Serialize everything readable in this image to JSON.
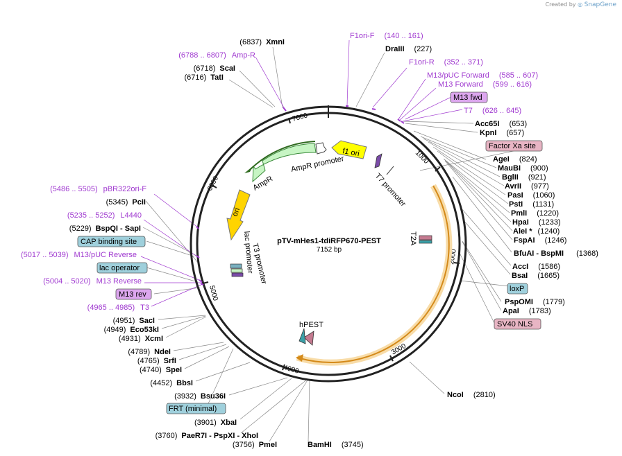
{
  "brand": {
    "prefix": "Created by",
    "name": "SnapGene"
  },
  "plasmid": {
    "name": "pTV-mHes1-tdiRFP670-PEST",
    "size": "7152 bp"
  },
  "ticks": [
    "1000",
    "2000",
    "3000",
    "4000",
    "5000",
    "6000",
    "7000"
  ],
  "enzymes": [
    {
      "name": "XmnI",
      "pos": "(6837)"
    },
    {
      "name": "ScaI",
      "pos": "(6718)"
    },
    {
      "name": "TatI",
      "pos": "(6716)"
    },
    {
      "name": "DraIII",
      "pos": "(227)"
    },
    {
      "name": "Acc65I",
      "pos": "(653)"
    },
    {
      "name": "KpnI",
      "pos": "(657)"
    },
    {
      "name": "AgeI",
      "pos": "(824)"
    },
    {
      "name": "MauBI",
      "pos": "(900)"
    },
    {
      "name": "BglII",
      "pos": "(921)"
    },
    {
      "name": "AvrII",
      "pos": "(977)"
    },
    {
      "name": "PasI",
      "pos": "(1060)"
    },
    {
      "name": "PstI",
      "pos": "(1131)"
    },
    {
      "name": "PmlI",
      "pos": "(1220)"
    },
    {
      "name": "HpaI",
      "pos": "(1233)"
    },
    {
      "name": "AleI *",
      "pos": "(1240)"
    },
    {
      "name": "FspAI",
      "pos": "(1246)"
    },
    {
      "name": "BfuAI - BspMI",
      "pos": "(1368)"
    },
    {
      "name": "AccI",
      "pos": "(1586)"
    },
    {
      "name": "BsaI",
      "pos": "(1665)"
    },
    {
      "name": "PspOMI",
      "pos": "(1779)"
    },
    {
      "name": "ApaI",
      "pos": "(1783)"
    },
    {
      "name": "NcoI",
      "pos": "(2810)"
    },
    {
      "name": "BamHI",
      "pos": "(3745)"
    },
    {
      "name": "PmeI",
      "pos": "(3756)"
    },
    {
      "name": "PaeR7I - PspXI - XhoI",
      "pos": "(3760)"
    },
    {
      "name": "XbaI",
      "pos": "(3901)"
    },
    {
      "name": "Bsu36I",
      "pos": "(3932)"
    },
    {
      "name": "BbsI",
      "pos": "(4452)"
    },
    {
      "name": "SpeI",
      "pos": "(4740)"
    },
    {
      "name": "SrfI",
      "pos": "(4765)"
    },
    {
      "name": "NdeI",
      "pos": "(4789)"
    },
    {
      "name": "XcmI",
      "pos": "(4931)"
    },
    {
      "name": "Eco53kI",
      "pos": "(4949)"
    },
    {
      "name": "SacI",
      "pos": "(4951)"
    },
    {
      "name": "PciI",
      "pos": "(5345)"
    },
    {
      "name": "BspQI - SapI",
      "pos": "(5229)"
    }
  ],
  "primers": [
    {
      "range": "(6788 .. 6807)",
      "name": "Amp-R"
    },
    {
      "range": "(140 .. 161)",
      "name": "F1ori-F"
    },
    {
      "range": "(352 .. 371)",
      "name": "F1ori-R"
    },
    {
      "range": "(585 .. 607)",
      "name": "M13/pUC Forward"
    },
    {
      "range": "(599 .. 616)",
      "name": "M13 Forward"
    },
    {
      "range": "(626 .. 645)",
      "name": "T7"
    },
    {
      "range": "(5486 .. 5505)",
      "name": "pBR322ori-F"
    },
    {
      "range": "(5235 .. 5252)",
      "name": "L4440"
    },
    {
      "range": "(5017 .. 5039)",
      "name": "M13/pUC Reverse"
    },
    {
      "range": "(5004 .. 5020)",
      "name": "M13 Reverse"
    },
    {
      "range": "(4965 .. 4985)",
      "name": "T3"
    }
  ],
  "boxed_features": {
    "m13_fwd": "M13 fwd",
    "factor_xa": "Factor Xa site",
    "loxp": "loxP",
    "sv40_nls": "SV40 NLS",
    "cap_binding": "CAP binding site",
    "lac_operator": "lac operator",
    "m13_rev": "M13 rev",
    "frt": "FRT (minimal)"
  },
  "map_features": {
    "f1_ori": "f1 ori",
    "ampr": "AmpR",
    "ampr_promoter": "AmpR promoter",
    "ori": "ori",
    "lac_promoter": "lac promoter",
    "t3_promoter": "T3 promoter",
    "t7_promoter": "T7 promoter",
    "t2a": "T2A",
    "hpest": "hPEST"
  },
  "colors": {
    "primer": "#a03ad0",
    "enzyme": "#000000",
    "ampr": "#c7f5c4",
    "f1_ori": "#ffff00",
    "orf_outline": "#f5c26b",
    "box_pink": "#e8b5c4",
    "box_cyan": "#9fd0dc",
    "box_violet": "#dca6ee"
  }
}
